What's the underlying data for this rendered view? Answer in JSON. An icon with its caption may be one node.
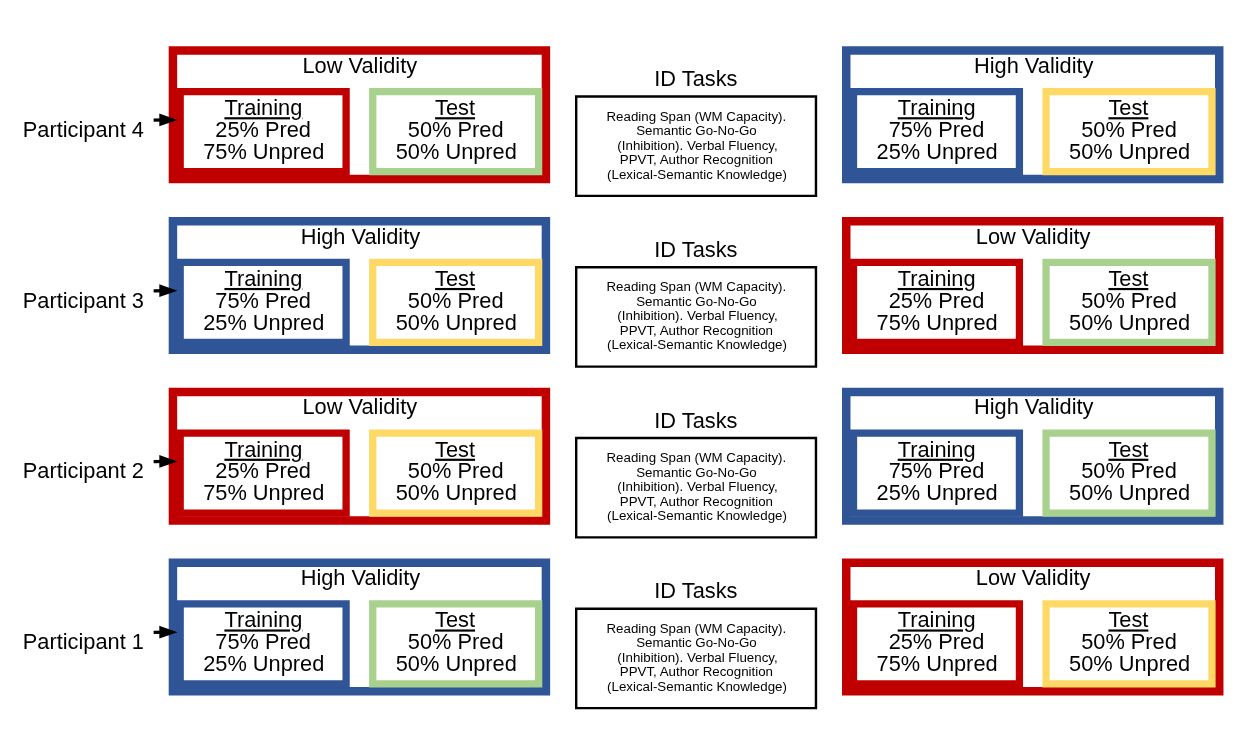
{
  "diagram": {
    "nodes": [
      {
        "text": [
          "Participant 1"
        ]
      },
      {
        "text": [
          "High Validity"
        ]
      },
      {
        "text": [
          "Training",
          "75% Pred",
          "25% Unpred"
        ],
        "in": 1
      },
      {
        "text": [
          "Test",
          "50% Pred",
          "50% Unpred"
        ],
        "in": 1
      },
      {
        "text": [
          "ID Tasks",
          "Reading Span (WM Capacity). Semantic Go-No-Go (Inhibition). Verbal Fluency, PPVT, Author Recognition (Lexical-Semantic Knowledge)"
        ]
      },
      {
        "text": [
          "Low Validity"
        ]
      },
      {
        "text": [
          "Training",
          "25% Pred",
          "75% Unpred"
        ],
        "in": 5
      },
      {
        "text": [
          "Test",
          "50% Pred",
          "50% Unpred"
        ],
        "in": 5
      },
      {
        "text": [
          "Participant 2"
        ]
      },
      {
        "text": [
          "Low Validity"
        ]
      },
      {
        "text": [
          "Training",
          "25% Pred",
          "75% Unpred"
        ],
        "in": 9
      },
      {
        "text": [
          "Test",
          "50% Pred",
          "50% Unpred"
        ],
        "in": 9
      },
      {
        "text": [
          "ID Tasks",
          "Reading Span (WM Capacity). Semantic Go-No-Go (Inhibition). Verbal Fluency, PPVT, Author Recognition (Lexical-Semantic Knowledge)"
        ]
      },
      {
        "text": [
          "High Validity"
        ]
      },
      {
        "text": [
          "Training",
          "75% Pred",
          "25% Unpred"
        ],
        "in": 13
      },
      {
        "text": [
          "Test",
          "50% Pred",
          "50% Unpred"
        ],
        "in": 13
      },
      {
        "text": [
          "Participant 3"
        ]
      },
      {
        "text": [
          "High Validity"
        ]
      },
      {
        "text": [
          "Training",
          "75% Pred",
          "25% Unpred"
        ],
        "in": 17
      },
      {
        "text": [
          "Test",
          "50% Pred",
          "50% Unpred"
        ],
        "in": 17
      },
      {
        "text": [
          "ID Tasks",
          "Reading Span (WM Capacity). Semantic Go-No-Go (Inhibition). Verbal Fluency, PPVT, Author Recognition (Lexical-Semantic Knowledge)"
        ]
      },
      {
        "text": [
          "Low Validity"
        ]
      },
      {
        "text": [
          "Training",
          "25% Pred",
          "75% Unpred"
        ],
        "in": 21
      },
      {
        "text": [
          "Test",
          "50% Pred",
          "50% Unpred"
        ],
        "in": 21
      },
      {
        "text": [
          "Participant 4"
        ]
      },
      {
        "text": [
          "Low Validity"
        ]
      },
      {
        "text": [
          "Training",
          "25% Pred",
          "75% Unpred"
        ],
        "in": 25
      },
      {
        "text": [
          "Test",
          "50% Pred",
          "50% Unpred"
        ],
        "in": 25
      },
      {
        "text": [
          "ID Tasks",
          "Reading Span (WM Capacity). Semantic Go-No-Go (Inhibition). Verbal Fluency, PPVT, Author Recognition (Lexical-Semantic Knowledge)"
        ]
      },
      {
        "text": [
          "High Validity"
        ]
      },
      {
        "text": [
          "Training",
          "75% Pred",
          "25% Unpred"
        ],
        "in": 29
      },
      {
        "text": [
          "Test",
          "50% Pred",
          "50% Unpred"
        ],
        "in": 29
      }
    ],
    "edges": [
      {
        "from": 0,
        "to": 1,
        "arrow": "to"
      },
      {
        "from": 8,
        "to": 9,
        "arrow": "to"
      },
      {
        "from": 16,
        "to": 17,
        "arrow": "to"
      },
      {
        "from": 24,
        "to": 25,
        "arrow": "to"
      }
    ]
  }
}
